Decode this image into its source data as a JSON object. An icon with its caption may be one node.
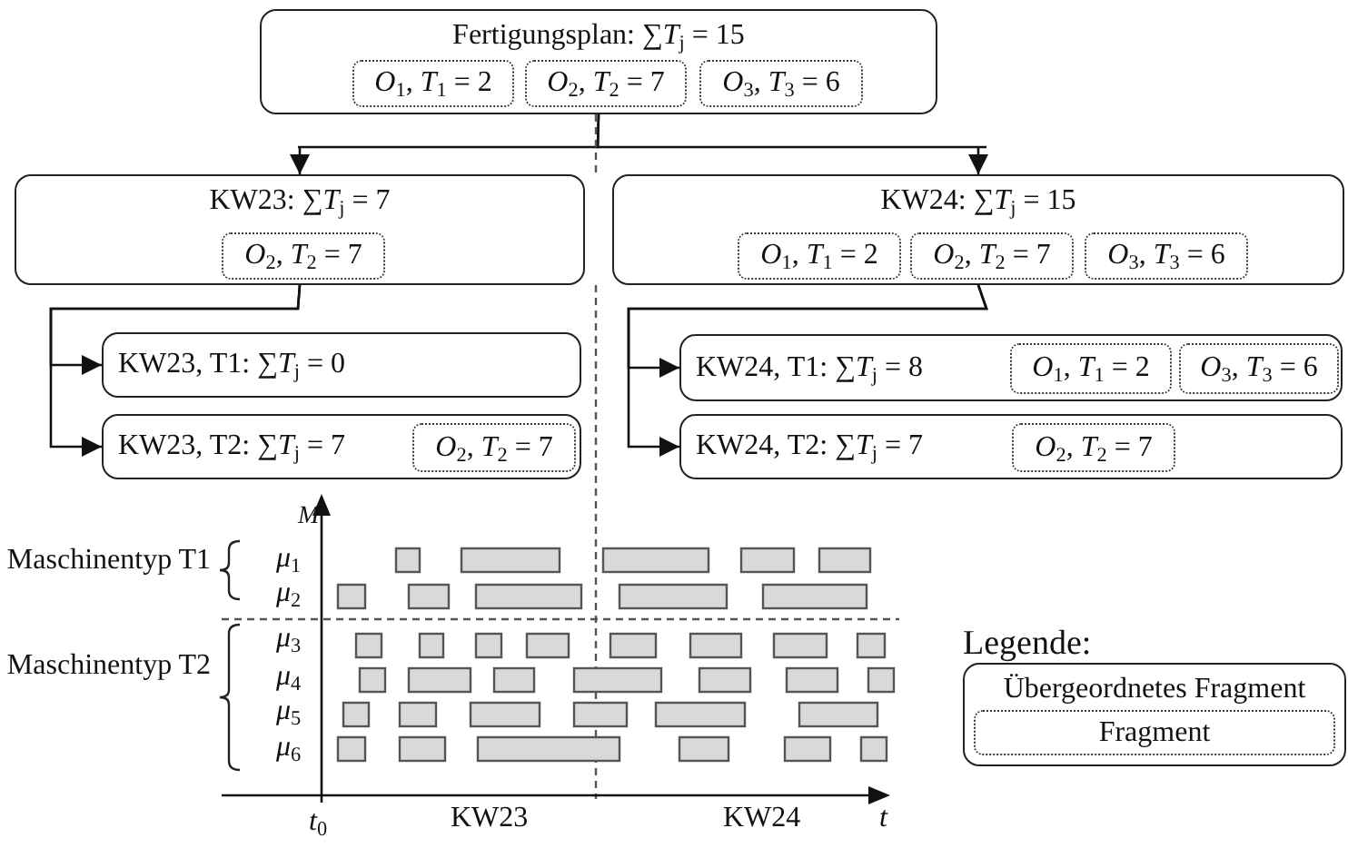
{
  "diagram": {
    "nodes": [
      {
        "text": [
          "Fertigungsplan: ∑*T*$_{j}$ = 15"
        ]
      },
      {
        "text": [
          "*O*$_{1}$, *T*$_{1}$ = 2"
        ],
        "in": 0
      },
      {
        "text": [
          "*O*$_{2}$, *T*$_{2}$ = 7"
        ],
        "in": 0
      },
      {
        "text": [
          "*O*$_{3}$, *T*$_{3}$ = 6"
        ],
        "in": 0
      },
      {
        "text": [
          "KW23: ∑*T*$_{j}$ = 7"
        ]
      },
      {
        "text": [
          "*O*$_{2}$, *T*$_{2}$ = 7"
        ],
        "in": 4
      },
      {
        "text": [
          "KW24: ∑*T*$_{j}$ = 15"
        ]
      },
      {
        "text": [
          "*O*$_{1}$, *T*$_{1}$ = 2"
        ],
        "in": 6
      },
      {
        "text": [
          "*O*$_{2}$, *T*$_{2}$ = 7"
        ],
        "in": 6
      },
      {
        "text": [
          "*O*$_{3}$, *T*$_{3}$ = 6"
        ],
        "in": 6
      },
      {
        "text": [
          "KW23, T1: ∑*T*$_{j}$ = 0"
        ]
      },
      {
        "text": [
          "KW23, T2: ∑*T*$_{j}$ = 7"
        ]
      },
      {
        "text": [
          "*O*$_{2}$, *T*$_{2}$ = 7"
        ],
        "in": 11
      },
      {
        "text": [
          "KW24, T1: ∑*T*$_{j}$ = 8"
        ]
      },
      {
        "text": [
          "*O*$_{1}$, *T*$_{1}$ = 2"
        ],
        "in": 13
      },
      {
        "text": [
          "*O*$_{3}$, *T*$_{3}$ = 6"
        ],
        "in": 13
      },
      {
        "text": [
          "KW24, T2: ∑*T*$_{j}$ = 7"
        ]
      },
      {
        "text": [
          "*O*$_{2}$, *T*$_{2}$ = 7"
        ],
        "in": 16
      }
    ],
    "edges": [
      {
        "from": 0,
        "to": 4,
        "arrow": "to"
      },
      {
        "from": 0,
        "to": 6,
        "arrow": "to"
      },
      {
        "from": 4,
        "to": 10,
        "arrow": "to"
      },
      {
        "from": 4,
        "to": 11,
        "arrow": "to"
      },
      {
        "from": 6,
        "to": 13,
        "arrow": "to"
      },
      {
        "from": 6,
        "to": 16,
        "arrow": "to"
      }
    ],
    "labels": [
      "M",
      "Maschinentyp T1",
      "*μ*$_{1}$",
      "*μ*$_{2}$",
      "Maschinentyp T2",
      "*μ*$_{3}$",
      "*μ*$_{4}$",
      "*μ*$_{5}$",
      "*μ*$_{6}$",
      "Legende:",
      "*t*$_{0}$",
      "KW23",
      "KW24",
      "t"
    ],
    "legend": [
      {
        "text": "Übergeordnetes Fragment"
      },
      {
        "text": "Fragment"
      }
    ]
  }
}
